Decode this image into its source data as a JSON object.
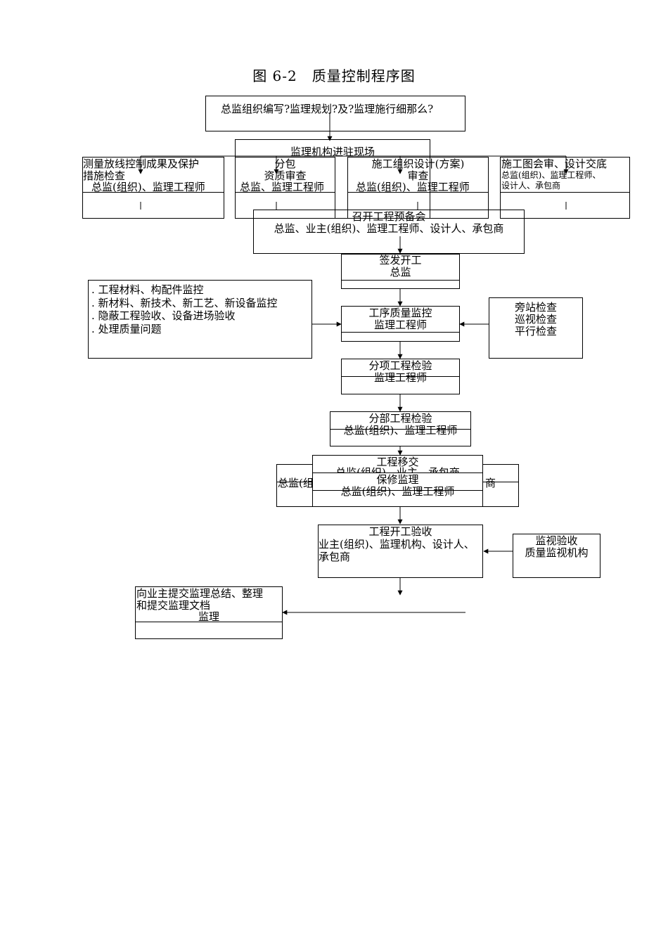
{
  "title": "图 6-2　质量控制程序图",
  "nodes": {
    "n1": {
      "text": "总监组织编写?监理规划?及?监理施行细那么?"
    },
    "n2": {
      "text": "监理机构进驻现场"
    },
    "n3": {
      "line1": "测量放线控制成果及保护",
      "line2": "措施检查",
      "role": "总监(组织)、监理工程师"
    },
    "n4": {
      "line1": "分包",
      "line2": "资质审查",
      "role": "总监、监理工程师"
    },
    "n5": {
      "line1": "施工组织设计(方案)",
      "line2": "审查",
      "role": "总监(组织)、监理工程师"
    },
    "n6": {
      "line1": "施工图会审、设计交底",
      "role1": "总监(组织)、监理工程师、",
      "role2": "设计人、承包商"
    },
    "n7": {
      "line1": "召开工程预备会",
      "role": "总监、业主(组织)、监理工程师、设计人、承包商"
    },
    "n8": {
      "line1": "签发开工",
      "role": "总监"
    },
    "n9": {
      "items": [
        ". 工程材料、构配件监控",
        ". 新材料、新技术、新工艺、新设备监控",
        ". 隐蔽工程验收、设备进场验收",
        ". 处理质量问题"
      ]
    },
    "n10": {
      "line1": "工序质量监控",
      "role": "监理工程师"
    },
    "n11": {
      "line1": "旁站检查",
      "line2": "巡视检查",
      "line3": "平行检查"
    },
    "n12": {
      "line1": "分项工程检验",
      "role": "监理工程师"
    },
    "n13": {
      "line1": "分部工程检验",
      "role": "总监(组织)、监理工程师"
    },
    "n14": {
      "line1": "工程移交",
      "role": "总监(组织)、业主、承包商",
      "left_fragment": "总监(组",
      "right_fragment": "商"
    },
    "n15": {
      "line1": "保修监理",
      "role": "总监(组织)、监理工程师"
    },
    "n16": {
      "line1": "工程开工验收",
      "role1": "业主(组织)、监理机构、设计人、",
      "role2": "承包商"
    },
    "n17": {
      "line1": "监视验收",
      "role": "质量监视机构"
    },
    "n18": {
      "line1": "向业主提交监理总结、整理",
      "line2": "和提交监理文档",
      "role": "监理"
    }
  }
}
